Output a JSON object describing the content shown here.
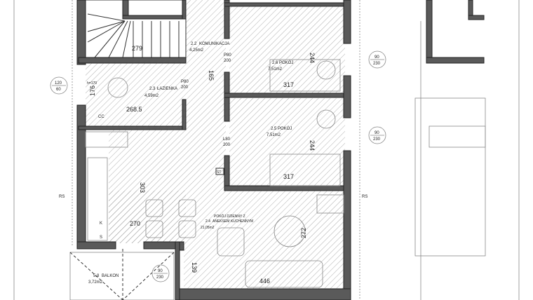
{
  "rooms": {
    "komunikacja": {
      "number": "2.2",
      "name": "KOMUNIKACJA",
      "area": "4,25m2"
    },
    "lazienka": {
      "number": "2.3",
      "name": "ŁAZIENKA",
      "area": "4,59m2"
    },
    "pokoj_26": {
      "number": "2.6",
      "name": "POKÓJ",
      "area": "7,51m2"
    },
    "pokoj_25": {
      "number": "2.5",
      "name": "POKÓJ",
      "area": "7,51m2"
    },
    "dzienny": {
      "number": "2.4",
      "name_line1": "POKÓJ DZIENNY Z",
      "name_line2": "ANEKSEM KUCHENNYM",
      "area": "21,05m2"
    },
    "balkon": {
      "number": "5.8",
      "name": "BALKON",
      "area": "3,72m2"
    }
  },
  "dimensions": {
    "stair_width": "279",
    "bath_width": "268.5",
    "bath_height": "176",
    "window_sill": "h=170",
    "room26_width": "317",
    "room26_height": "244",
    "room25_width": "317",
    "room25_height": "244",
    "corridor": "165",
    "kitchen_height": "303",
    "kitchen_width": "270",
    "living_height": "272",
    "living_width": "446",
    "living_step": "139"
  },
  "doors": {
    "bath_door": {
      "type": "P80",
      "height": "200"
    },
    "room26_door": {
      "type": "P80",
      "height": "200"
    },
    "room25_door": {
      "type": "L80",
      "height": "200"
    }
  },
  "windows": {
    "left": {
      "w": "120",
      "h": "60"
    },
    "right_top": {
      "w": "90",
      "h": "230"
    },
    "right_mid": {
      "w": "90",
      "h": "230"
    },
    "balcony": {
      "w": "90",
      "h": "230"
    }
  },
  "markers": {
    "rs_left": "RS",
    "rs_right": "RS",
    "st": "ST",
    "cc": "CC",
    "k": "K",
    "s": "S"
  },
  "colors": {
    "wall": "#5a5a5a",
    "hatch": "#9a9a9a"
  }
}
